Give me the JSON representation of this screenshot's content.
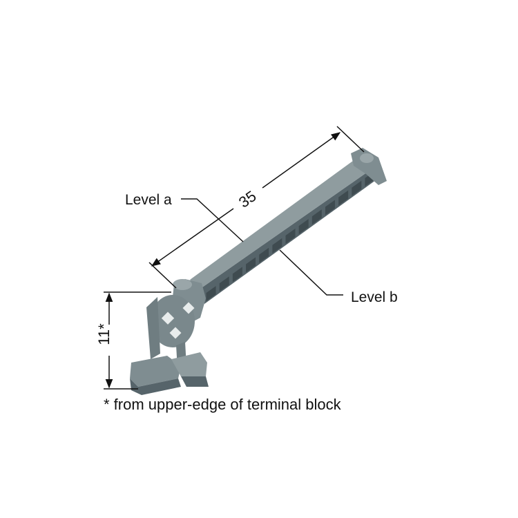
{
  "diagram": {
    "dimension_length": "35",
    "dimension_height": "11*",
    "label_level_a": "Level a",
    "label_level_b": "Level b",
    "footnote": "* from upper-edge of terminal block",
    "colors": {
      "part": "#7f8d91",
      "part_dark": "#56646a",
      "part_light": "#9aa6a9",
      "line": "#111111"
    }
  }
}
